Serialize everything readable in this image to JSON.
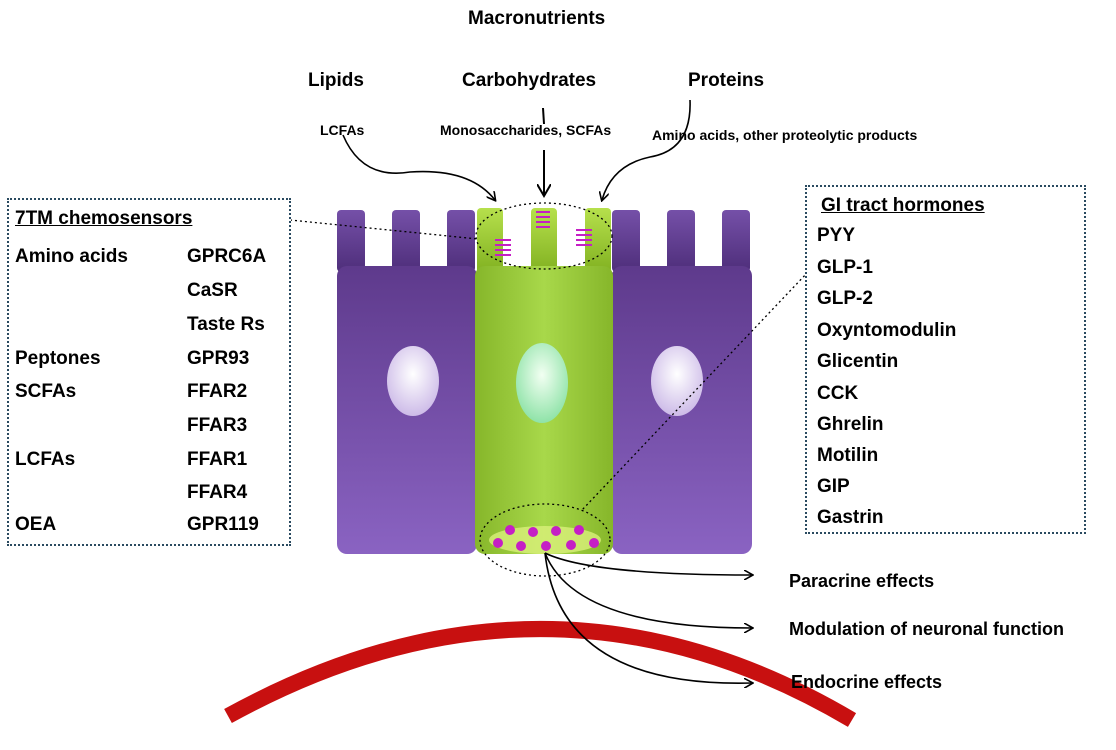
{
  "title": "Macronutrients",
  "nutrients": {
    "lipids": {
      "label": "Lipids",
      "products": "LCFAs"
    },
    "carbohydrates": {
      "label": "Carbohydrates",
      "products": "Monosaccharides, SCFAs"
    },
    "proteins": {
      "label": "Proteins",
      "products": "Amino acids, other proteolytic products"
    }
  },
  "chemosensors": {
    "heading": "7TM chemosensors",
    "rows": [
      {
        "ligand": "Amino acids",
        "receptor": "GPRC6A"
      },
      {
        "ligand": "",
        "receptor": "CaSR"
      },
      {
        "ligand": "",
        "receptor": "Taste Rs"
      },
      {
        "ligand": "Peptones",
        "receptor": "GPR93"
      },
      {
        "ligand": "SCFAs",
        "receptor": "FFAR2"
      },
      {
        "ligand": "",
        "receptor": "FFAR3"
      },
      {
        "ligand": "LCFAs",
        "receptor": "FFAR1"
      },
      {
        "ligand": "",
        "receptor": "FFAR4"
      },
      {
        "ligand": "OEA",
        "receptor": "GPR119"
      }
    ]
  },
  "hormones": {
    "heading": "GI tract hormones",
    "items": [
      "PYY",
      "GLP-1",
      "GLP-2",
      "Oxyntomodulin",
      "Glicentin",
      "CCK",
      "Ghrelin",
      "Motilin",
      "GIP",
      "Gastrin"
    ]
  },
  "effects": [
    "Paracrine effects",
    "Modulation of neuronal function",
    "Endocrine effects"
  ],
  "colors": {
    "enteroendocrine_cell": "#9acd32",
    "enterocyte": "#7a54a8",
    "granule": "#c51fc5",
    "blood_vessel": "#c81010",
    "box_border": "#2a4a60"
  }
}
